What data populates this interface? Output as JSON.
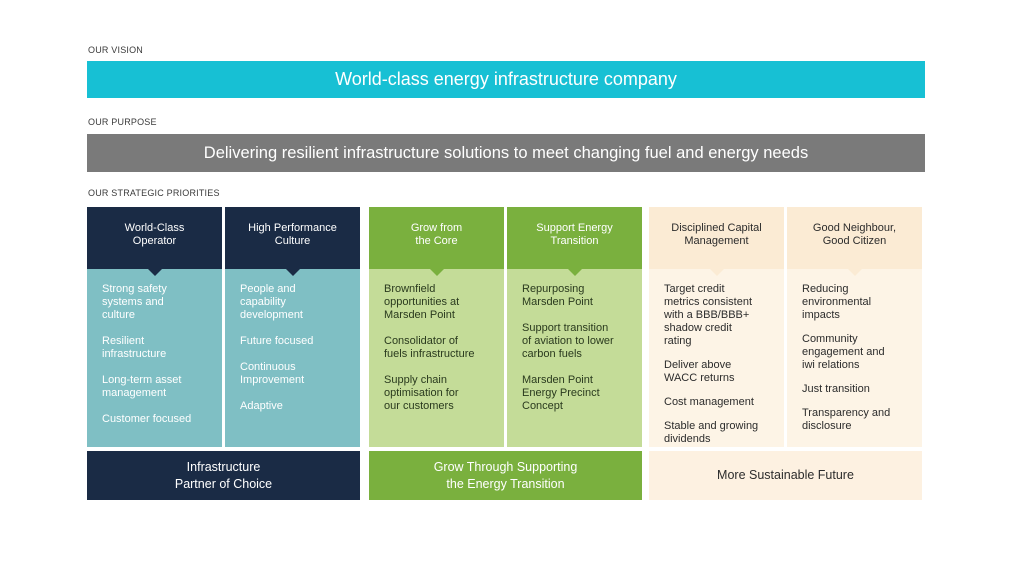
{
  "vision": {
    "label": "OUR VISION",
    "text": "World-class energy infrastructure company",
    "color": "#17c0d4"
  },
  "purpose": {
    "label": "OUR PURPOSE",
    "text": "Delivering resilient infrastructure solutions to meet changing fuel and energy needs",
    "color": "#7a7a7a"
  },
  "priorities": {
    "label": "OUR STRATEGIC PRIORITIES",
    "columns": [
      {
        "title": "World-Class\nOperator",
        "items": [
          "Strong safety\nsystems and\nculture",
          "Resilient\ninfrastructure",
          "Long-term asset\nmanagement",
          "Customer focused"
        ]
      },
      {
        "title": "High Performance\nCulture",
        "items": [
          "People and\ncapability\ndevelopment",
          "Future focused",
          "Continuous\nImprovement",
          "Adaptive"
        ]
      },
      {
        "title": "Grow from\nthe Core",
        "items": [
          "Brownfield\nopportunities at\nMarsden Point",
          "Consolidator of\nfuels infrastructure",
          "Supply chain\noptimisation for\nour customers"
        ]
      },
      {
        "title": "Support Energy\nTransition",
        "items": [
          "Repurposing\nMarsden Point",
          "Support transition\nof aviation to lower\ncarbon fuels",
          "Marsden Point\nEnergy Precinct\nConcept"
        ]
      },
      {
        "title": "Disciplined Capital\nManagement",
        "items": [
          "Target credit\nmetrics consistent\nwith a BBB/BBB+\nshadow credit\nrating",
          "Deliver above\nWACC returns",
          "Cost management",
          "Stable and growing\ndividends"
        ]
      },
      {
        "title": "Good Neighbour,\nGood Citizen",
        "items": [
          "Reducing\nenvironmental\nimpacts",
          "Community\nengagement and\niwi relations",
          "Just transition",
          "Transparency and\ndisclosure"
        ]
      }
    ],
    "outcomes": [
      {
        "text": "Infrastructure\nPartner of Choice",
        "bg": "#1a2b45",
        "fg": "#ffffff"
      },
      {
        "text": "Grow Through Supporting\nthe Energy Transition",
        "bg": "#7ab03e",
        "fg": "#ffffff"
      },
      {
        "text": "More Sustainable Future",
        "bg": "#fdf1e1",
        "fg": "#2c2c2c"
      }
    ]
  }
}
